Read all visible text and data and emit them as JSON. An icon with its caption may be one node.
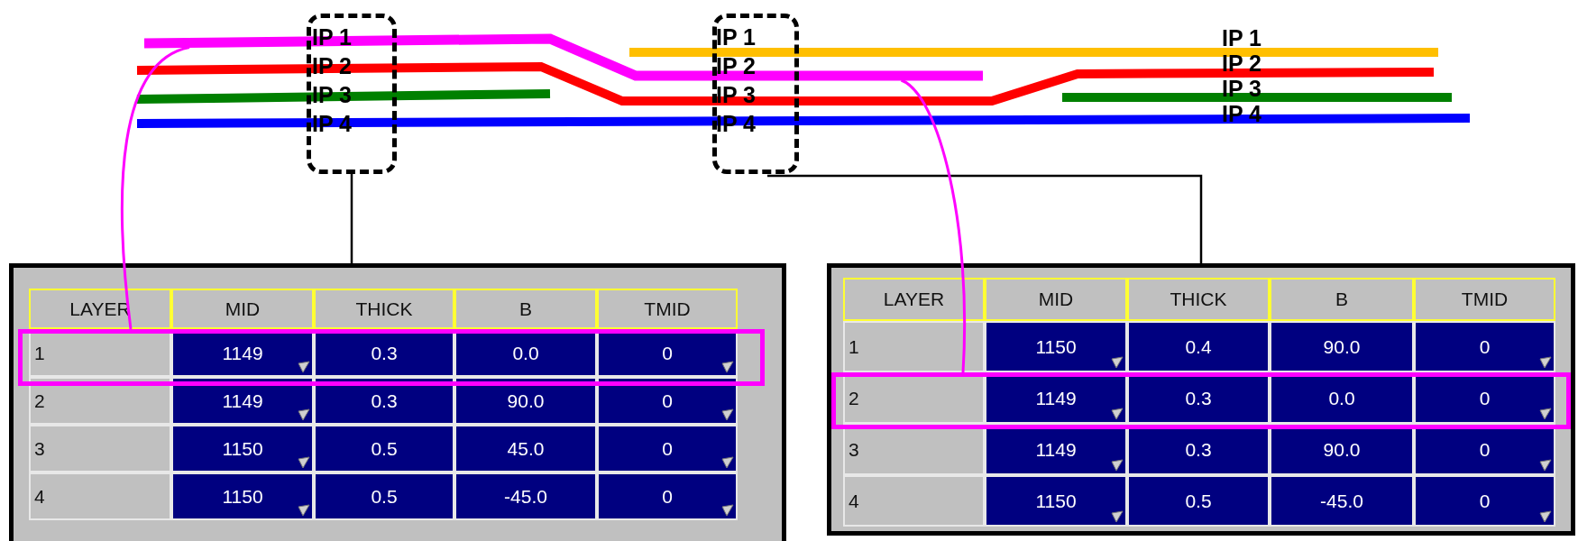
{
  "diagram": {
    "nodes": [
      {
        "text": [
          "IP 1",
          "IP 2",
          "IP 3",
          "IP 4"
        ]
      },
      {
        "text": [
          "IP 1",
          "IP 2",
          "IP 3",
          "IP 4"
        ]
      },
      {
        "text": [],
        "shape": "box"
      },
      {
        "text": [],
        "shape": "box",
        "in": 2
      },
      {
        "text": [],
        "shape": "box"
      },
      {
        "text": [],
        "shape": "box",
        "in": 4
      },
      {
        "text": [],
        "shape": "bar"
      }
    ],
    "edges": [
      {
        "from": 0,
        "to": 2,
        "arrow": "none"
      },
      {
        "from": 1,
        "to": 4,
        "arrow": "none"
      },
      {
        "from": 6,
        "to": 3,
        "arrow": "none",
        "color": "#ff00ff"
      },
      {
        "from": 6,
        "to": 5,
        "arrow": "none",
        "color": "#ff00ff"
      }
    ],
    "labels": [
      "IP 1",
      "IP 2",
      "IP 3",
      "IP 4",
      "LAYER",
      "MID",
      "THICK",
      "B",
      "TMID",
      "1",
      "1149",
      "0.3",
      "0.0",
      "0",
      "2",
      "1149",
      "0.3",
      "90.0",
      "0",
      "3",
      "1150",
      "0.5",
      "45.0",
      "0",
      "4",
      "1150",
      "0.5",
      "-45.0",
      "0",
      "LAYER",
      "MID",
      "THICK",
      "B",
      "TMID",
      "1",
      "1150",
      "0.4",
      "90.0",
      "0",
      "2",
      "1149",
      "0.3",
      "0.0",
      "0",
      "3",
      "1149",
      "0.3",
      "90.0",
      "0",
      "4",
      "1150",
      "0.5",
      "-45.0",
      "0"
    ]
  }
}
